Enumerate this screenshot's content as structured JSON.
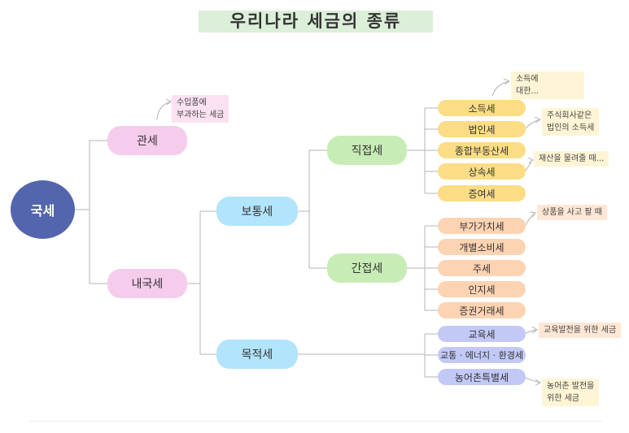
{
  "title": "우리나라 세금의 종류",
  "root": "국세",
  "level1": {
    "customs": "관세",
    "domestic": "내국세"
  },
  "level2": {
    "ordinary": "보통세",
    "purpose": "목적세"
  },
  "level3": {
    "direct": "직접세",
    "indirect": "간접세"
  },
  "direct_taxes": [
    "소득세",
    "법인세",
    "종합부동산세",
    "상속세",
    "증여세"
  ],
  "indirect_taxes": [
    "부가가치세",
    "개별소비세",
    "주세",
    "인지세",
    "증권거래세"
  ],
  "purpose_taxes": [
    "교육세",
    "교통 · 에너지 · 환경세",
    "농어촌특별세"
  ],
  "notes": {
    "customs": [
      "수입품에",
      "부과하는 세금"
    ],
    "income": [
      "소득에",
      "대한..."
    ],
    "corporate": [
      "주식회사같은",
      "법인의 소득세"
    ],
    "inheritance": "재산을 물려줄 때...",
    "vat": "상품을 사고 팔 때",
    "education": "교육발전을 위한 세금",
    "rural": [
      "농어촌 발전을",
      "위한 세금"
    ]
  },
  "colors": {
    "root": "#5265ad",
    "pink": "#f5ccec",
    "blue": "#b2e4fb",
    "green": "#c8ecb6",
    "yellow": "#fcdd85",
    "orange": "#fed3b2",
    "lavender": "#c3c9f7",
    "connector": "#b5b5b5"
  }
}
